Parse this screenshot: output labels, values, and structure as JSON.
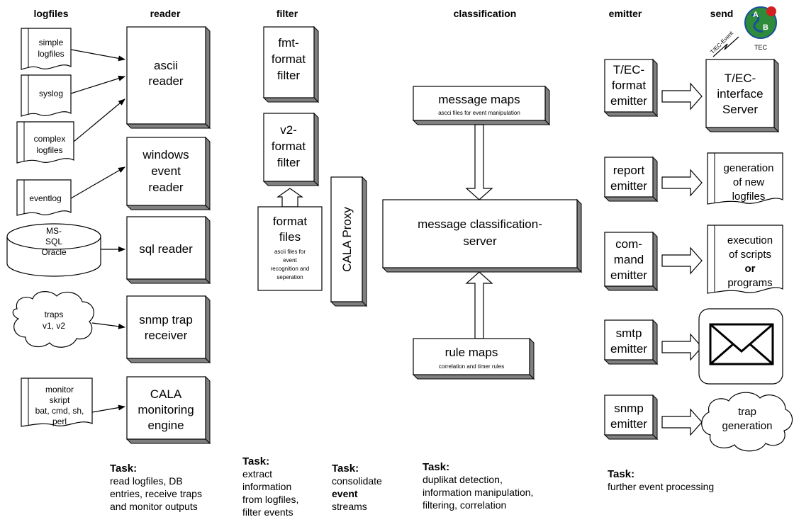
{
  "columns": {
    "logfiles": "logfiles",
    "reader": "reader",
    "filter": "filter",
    "classification": "classification",
    "emitter": "emitter",
    "send": "send"
  },
  "sources": {
    "simple_logfiles": [
      "simple",
      "logfiles"
    ],
    "syslog": [
      "syslog"
    ],
    "complex_logfiles": [
      "complex",
      "logfiles"
    ],
    "eventlog": [
      "eventlog"
    ],
    "database": [
      "MS-",
      "SQL",
      "Oracle"
    ],
    "traps": [
      "traps",
      "v1, v2"
    ],
    "monitor_skript": [
      "monitor",
      "skript",
      "bat, cmd, sh,",
      "perl"
    ]
  },
  "readers": {
    "ascii_reader": [
      "ascii",
      "reader"
    ],
    "windows_event_reader": [
      "windows",
      "event",
      "reader"
    ],
    "sql_reader": [
      "sql reader"
    ],
    "snmp_trap_receiver": [
      "snmp trap",
      "receiver"
    ],
    "cala_monitoring_engine": [
      "CALA",
      "monitoring",
      "engine"
    ]
  },
  "filters": {
    "fmt_format_filter": [
      "fmt-",
      "format",
      "filter"
    ],
    "v2_format_filter": [
      "v2-",
      "format",
      "filter"
    ],
    "format_files_title": [
      "format",
      "files"
    ],
    "format_files_desc": [
      "ascii files for",
      "event",
      "recognition and",
      "seperation"
    ]
  },
  "proxy": {
    "label": "CALA Proxy"
  },
  "classification": {
    "message_maps_title": "message maps",
    "message_maps_desc": "ascci files for event manipulation",
    "server": [
      "message classification-",
      "server"
    ],
    "rule_maps_title": "rule maps",
    "rule_maps_desc": "correlation and timer rules"
  },
  "emitters": {
    "tec_format_emitter": [
      "T/EC-",
      "format",
      "emitter"
    ],
    "report_emitter": [
      "report",
      "emitter"
    ],
    "command_emitter": [
      "com-",
      "mand",
      "emitter"
    ],
    "smtp_emitter": [
      "smtp",
      "emitter"
    ],
    "snmp_emitter": [
      "snmp",
      "emitter"
    ]
  },
  "send": {
    "tec_interface_server": [
      "T/EC-",
      "interface",
      "Server"
    ],
    "tec_event_label": "T/EC-Event",
    "tec_logo_label": "TEC",
    "tec_logo_letters": [
      "A",
      "B"
    ],
    "new_logfiles": [
      "generation",
      "of new",
      "logfiles"
    ],
    "scripts_programs": [
      "execution",
      "of scripts",
      "or",
      "programs"
    ],
    "trap_generation": [
      "trap",
      "generation"
    ]
  },
  "tasks": {
    "reader": {
      "title": "Task:",
      "lines": [
        "read logfiles, DB",
        "entries, receive traps",
        "and monitor outputs"
      ]
    },
    "filter": {
      "title": "Task:",
      "lines": [
        "extract",
        "information",
        "from logfiles,",
        "filter events"
      ]
    },
    "proxy": {
      "title": "Task:",
      "lines": [
        "consolidate",
        "event",
        "streams"
      ]
    },
    "classification": {
      "title": "Task:",
      "lines": [
        "duplikat detection,",
        "information manipulation,",
        "filtering, correlation"
      ]
    },
    "emitter": {
      "title": "Task:",
      "lines": [
        "further event processing"
      ]
    }
  }
}
